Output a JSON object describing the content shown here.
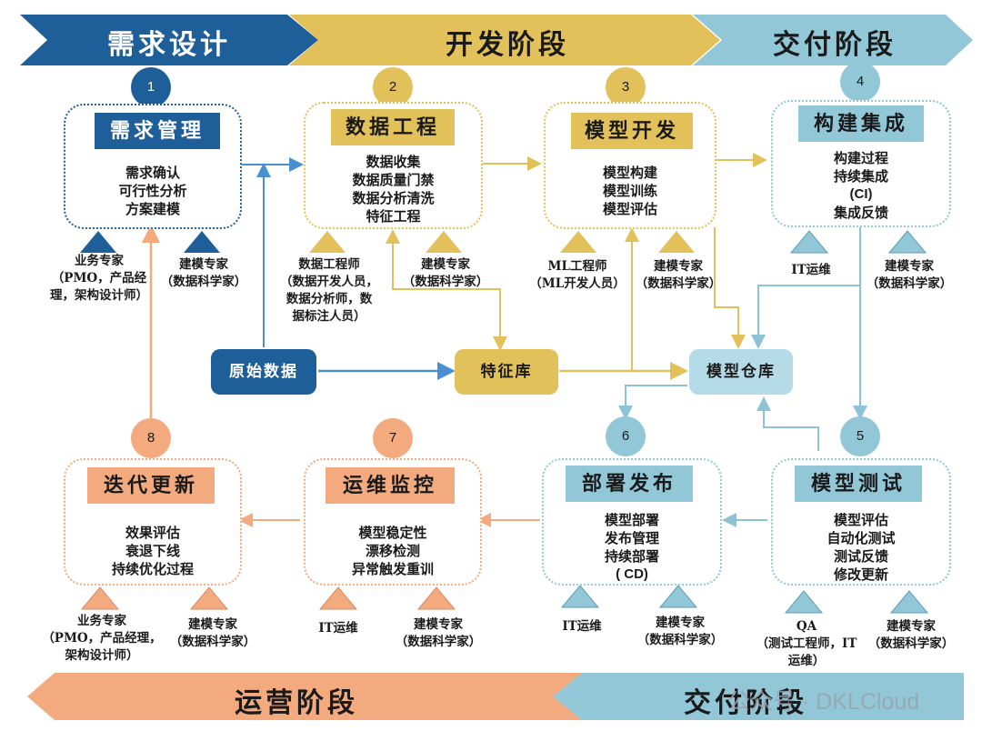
{
  "banners": {
    "top": [
      "需求设计",
      "开发阶段",
      "交付阶段"
    ],
    "bottom": [
      "运营阶段",
      "交付阶段"
    ]
  },
  "colors": {
    "blue": "#1f5f99",
    "gold": "#e3c15a",
    "light_blue": "#92c7d8",
    "orange": "#f2aa7e"
  },
  "stages": [
    {
      "num": "1",
      "title": "需求管理",
      "items": [
        "需求确认",
        "可行性分析",
        "方案建模"
      ]
    },
    {
      "num": "2",
      "title": "数据工程",
      "items": [
        "数据收集",
        "数据质量门禁",
        "数据分析清洗",
        "特征工程"
      ]
    },
    {
      "num": "3",
      "title": "模型开发",
      "items": [
        "模型构建",
        "模型训练",
        "模型评估"
      ]
    },
    {
      "num": "4",
      "title": "构建集成",
      "items": [
        "构建过程",
        "持续集成",
        "(CI)",
        "集成反馈"
      ]
    },
    {
      "num": "5",
      "title": "模型测试",
      "items": [
        "模型评估",
        "自动化测试",
        "测试反馈",
        "修改更新"
      ]
    },
    {
      "num": "6",
      "title": "部署发布",
      "items": [
        "模型部署",
        "发布管理",
        "持续部署",
        "( CD)"
      ]
    },
    {
      "num": "7",
      "title": "运维监控",
      "items": [
        "模型稳定性",
        "漂移检测",
        "异常触发重训"
      ]
    },
    {
      "num": "8",
      "title": "迭代更新",
      "items": [
        "效果评估",
        "衰退下线",
        "持续优化过程"
      ]
    }
  ],
  "stores": {
    "raw": "原始数据",
    "feature": "特征库",
    "model": "模型仓库"
  },
  "roles": {
    "s1a": [
      "业务专家",
      "（PMO，产品经",
      "理，架构设计师）"
    ],
    "s1b": [
      "建模专家",
      "（数据科学家）"
    ],
    "s2a": [
      "数据工程师",
      "（数据开发人员，",
      "数据分析师，数",
      "据标注人员）"
    ],
    "s2b": [
      "建模专家",
      "（数据科学家）"
    ],
    "s3a": [
      "ML工程师",
      "（ML开发人员）"
    ],
    "s3b": [
      "建模专家",
      "（数据科学家）"
    ],
    "s4a": [
      "IT运维"
    ],
    "s4b": [
      "建模专家",
      "（数据科学家）"
    ],
    "s5a": [
      "QA",
      "（测试工程师，IT",
      "运维）"
    ],
    "s5b": [
      "建模专家",
      "（数据科学家）"
    ],
    "s6a": [
      "IT运维"
    ],
    "s6b": [
      "建模专家",
      "（数据科学家）"
    ],
    "s7a": [
      "IT运维"
    ],
    "s7b": [
      "建模专家",
      "（数据科学家）"
    ],
    "s8a": [
      "业务专家",
      "（PMO，产品经理，",
      "架构设计师）"
    ],
    "s8b": [
      "建模专家",
      "（数据科学家）"
    ]
  },
  "watermark": "公众号 · DKLCloud"
}
